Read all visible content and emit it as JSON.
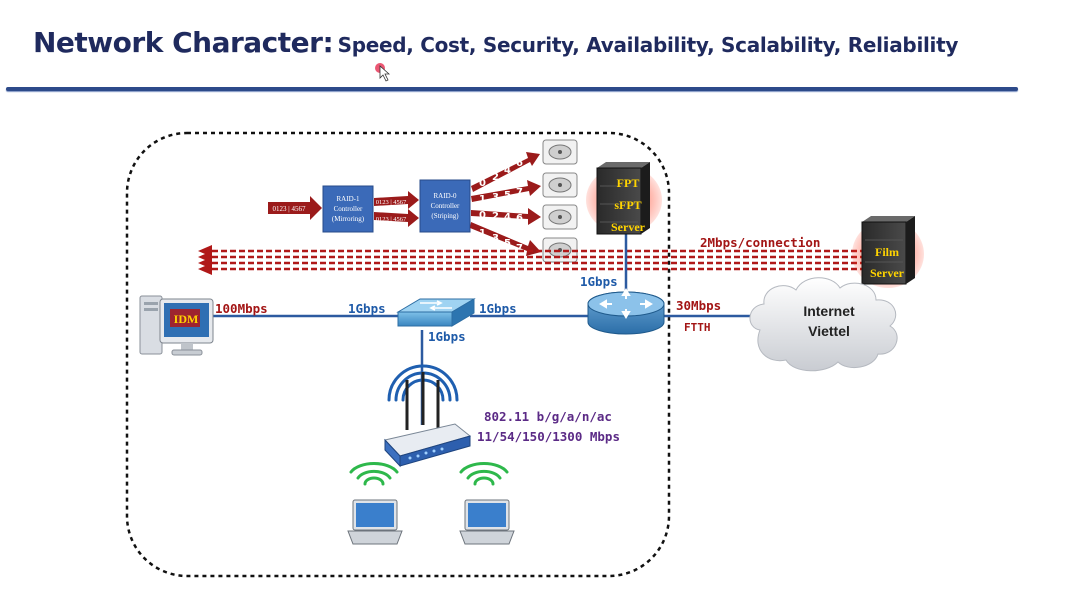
{
  "title": {
    "main": "Network Character:",
    "sub": "Speed, Cost, Security, Availability, Scalability, Reliability"
  },
  "diagram": {
    "pc_label": "IDM",
    "link_pc_switch": "100Mbps",
    "link_switch_left": "1Gbps",
    "link_switch_right": "1Gbps",
    "link_switch_down": "1Gbps",
    "link_router_up": "1Gbps",
    "link_router_isp": "30Mbps",
    "link_type": "FTTH",
    "cloud_line1": "Internet",
    "cloud_line2": "Viettel",
    "ftp_server_line1": "FPT",
    "ftp_server_line2": "sFPT",
    "ftp_server_line3": "Server",
    "film_server_line1": "Film",
    "film_server_line2": "Server",
    "download_rate": "2Mbps/connection",
    "wifi_standard": "802.11 b/g/a/n/ac",
    "wifi_speeds": "11/54/150/1300 Mbps",
    "raid_input": "0123 | 4567",
    "raid1_line1": "RAID-1",
    "raid1_line2": "Controller",
    "raid1_line3": "(Mirroring)",
    "raid1_out_top": "0123 | 4567",
    "raid1_out_bottom": "0123 | 4567",
    "raid0_line1": "RAID-0",
    "raid0_line2": "Controller",
    "raid0_line3": "(Striping)",
    "stripe_row1": [
      "0",
      "2",
      "4",
      "6"
    ],
    "stripe_row2": [
      "1",
      "3",
      "5",
      "7"
    ],
    "stripe_row3": [
      "0",
      "2",
      "4",
      "6"
    ],
    "stripe_row4": [
      "1",
      "3",
      "5",
      "7"
    ]
  },
  "colors": {
    "title": "#1f2a5e",
    "link_blue": "#2c5aa0",
    "label_blue": "#1e5aa8",
    "label_red": "#a31515",
    "label_purple": "#5b2a86",
    "raid_red": "#9b1b1b",
    "raid_box": "#3b6ab8",
    "server_text": "#ffd400"
  }
}
